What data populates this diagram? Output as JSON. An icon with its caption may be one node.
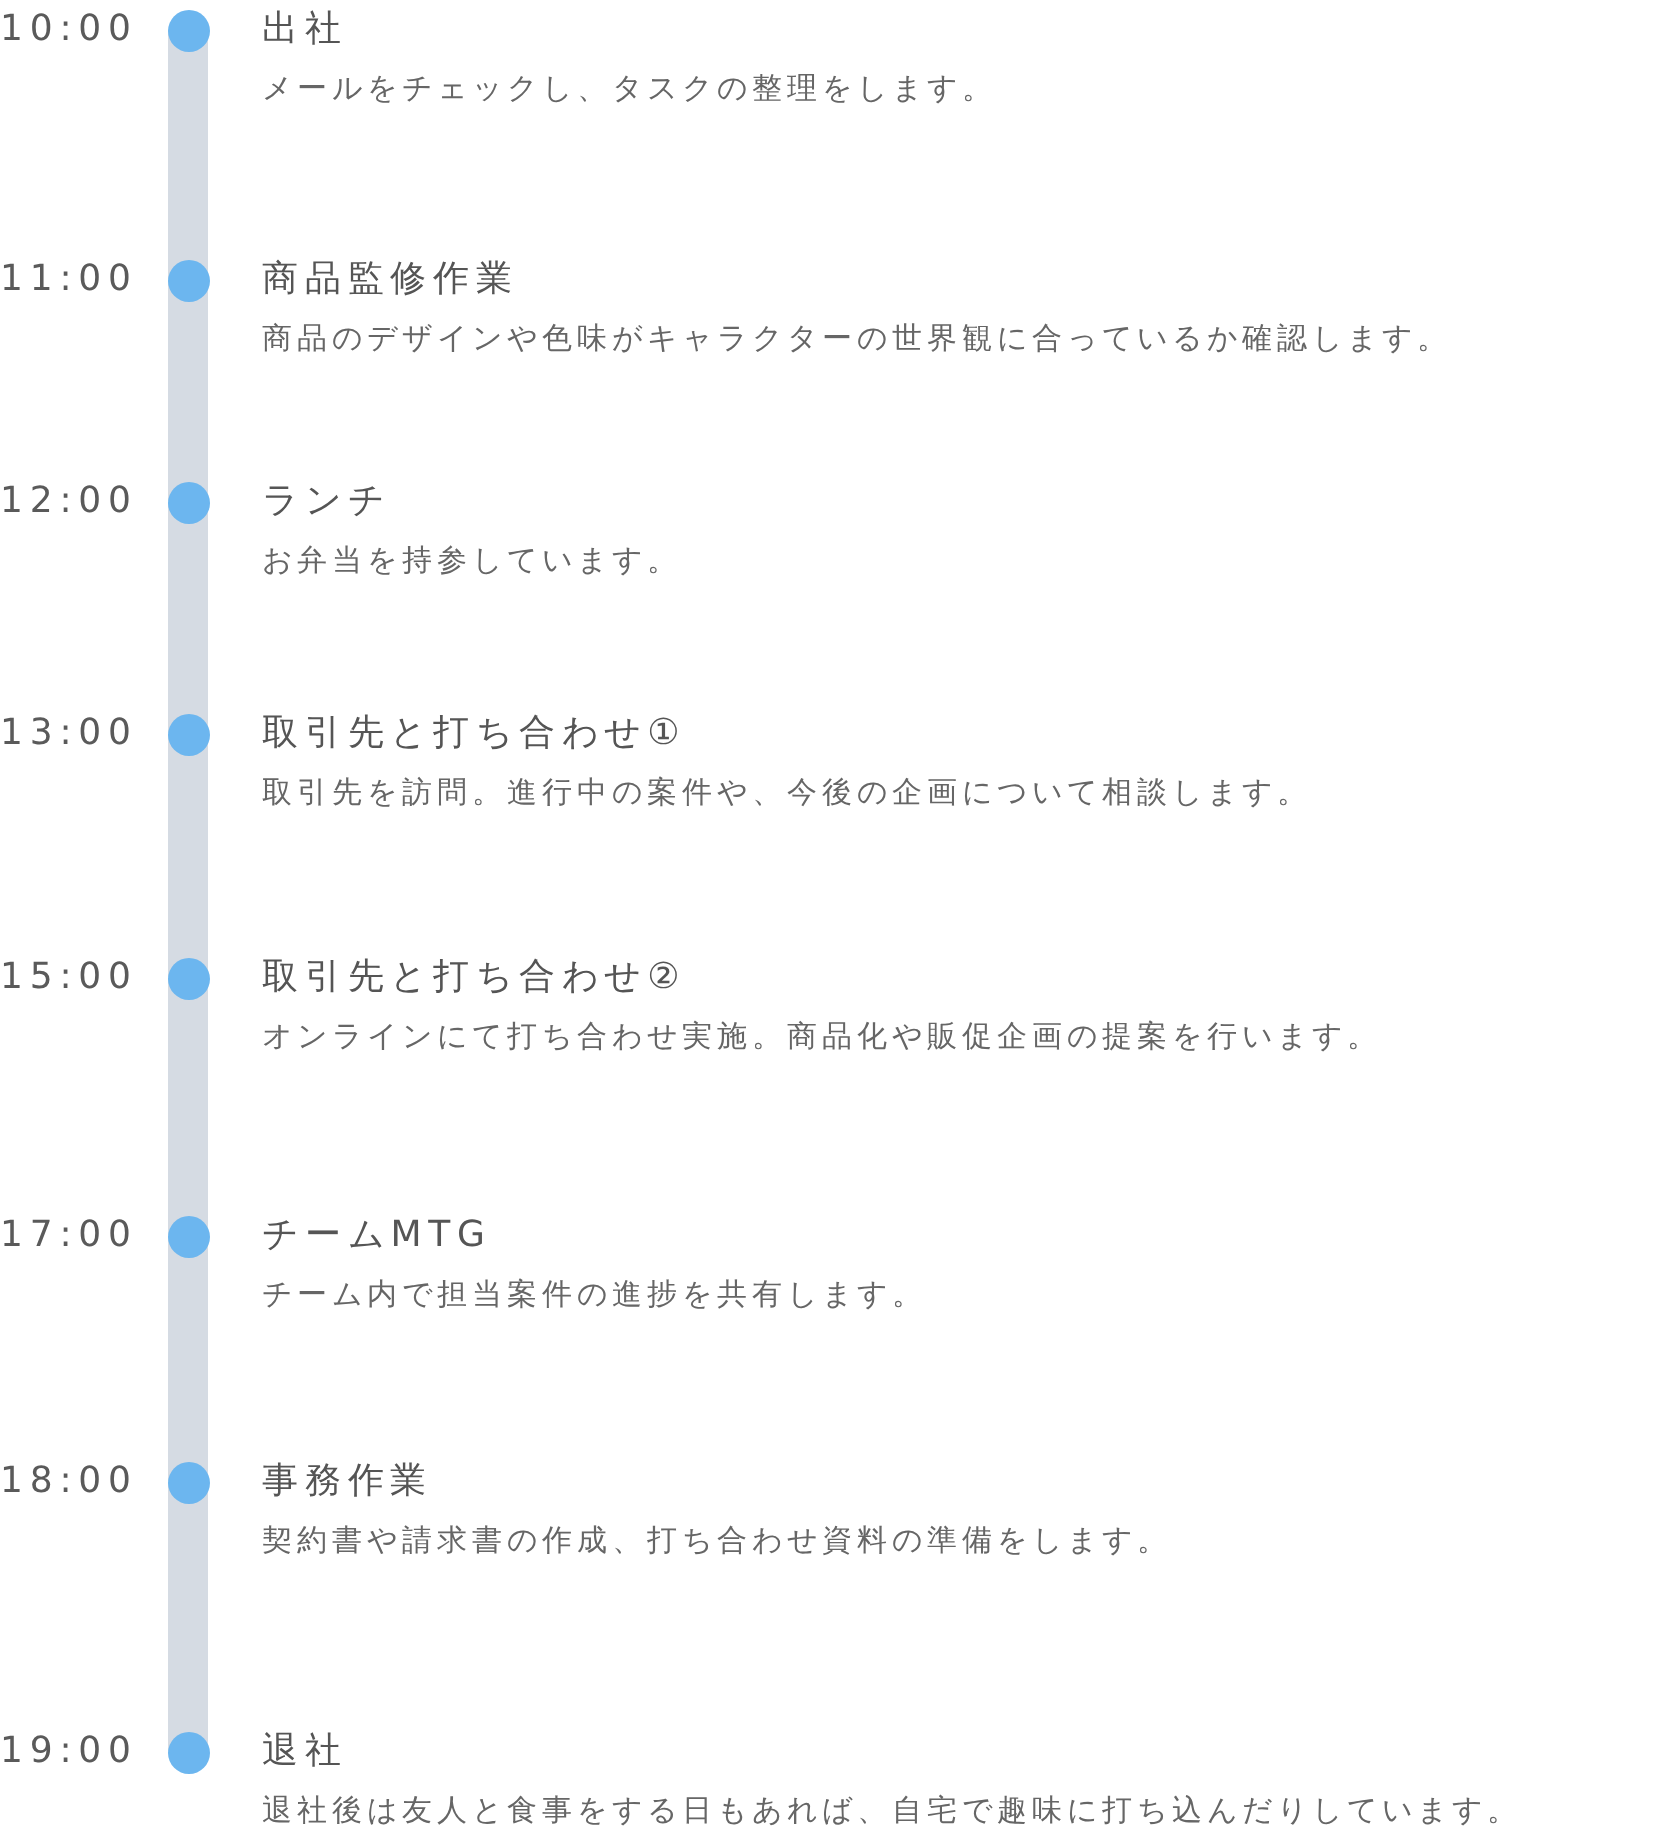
{
  "diagram": {
    "nodes": [
      {
        "text": [],
        "shape": "circle",
        "beside": [
          "10:00",
          "出社",
          "メールをチェックし、タスクの整理をします。"
        ]
      },
      {
        "text": [],
        "shape": "circle",
        "beside": [
          "11:00",
          "商品監修作業",
          "商品のデザインや色味がキャラクターの世界観に合っているか確認します。"
        ]
      },
      {
        "text": [],
        "shape": "circle",
        "beside": [
          "12:00",
          "ランチ",
          "お弁当を持参しています。"
        ]
      },
      {
        "text": [],
        "shape": "circle",
        "beside": [
          "13:00",
          "取引先と打ち合わせ①",
          "取引先を訪問。進行中の案件や、今後の企画について相談します。"
        ]
      },
      {
        "text": [],
        "shape": "circle",
        "beside": [
          "15:00",
          "取引先と打ち合わせ②",
          "オンラインにて打ち合わせ実施。商品化や販促企画の提案を行います。"
        ]
      },
      {
        "text": [],
        "shape": "circle",
        "beside": [
          "17:00",
          "チームMTG",
          "チーム内で担当案件の進捗を共有します。"
        ]
      },
      {
        "text": [],
        "shape": "circle",
        "beside": [
          "18:00",
          "事務作業",
          "契約書や請求書の作成、打ち合わせ資料の準備をします。"
        ]
      },
      {
        "text": [],
        "shape": "circle",
        "beside": [
          "19:00",
          "退社",
          "退社後は友人と食事をする日もあれば、自宅で趣味に打ち込んだりしています。"
        ]
      }
    ],
    "edges": [
      {
        "from": 0,
        "to": 1,
        "arrow": "none"
      },
      {
        "from": 1,
        "to": 2,
        "arrow": "none"
      },
      {
        "from": 2,
        "to": 3,
        "arrow": "none"
      },
      {
        "from": 3,
        "to": 4,
        "arrow": "none"
      },
      {
        "from": 4,
        "to": 5,
        "arrow": "none"
      },
      {
        "from": 5,
        "to": 6,
        "arrow": "none"
      },
      {
        "from": 6,
        "to": 7,
        "arrow": "none"
      }
    ]
  }
}
